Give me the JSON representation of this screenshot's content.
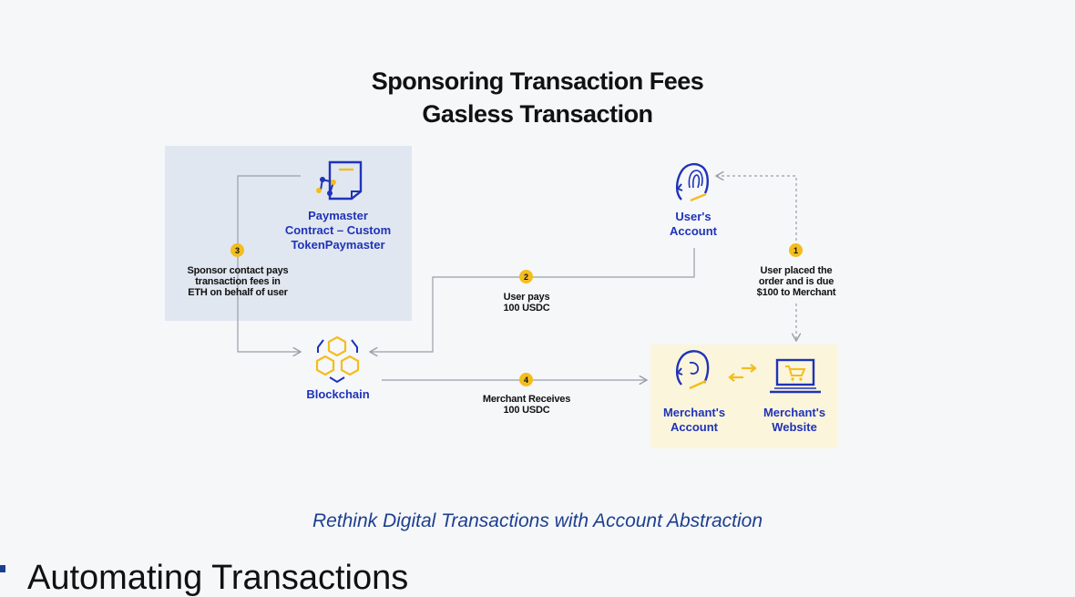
{
  "diagram": {
    "title_line1": "Sponsoring Transaction Fees",
    "title_line2": "Gasless Transaction",
    "nodes": {
      "paymaster": {
        "line1": "Paymaster",
        "line2": "Contract – Custom",
        "line3": "TokenPaymaster"
      },
      "user_account": {
        "line1": "User's",
        "line2": "Account"
      },
      "blockchain": {
        "line1": "Blockchain"
      },
      "merchant_account": {
        "line1": "Merchant's",
        "line2": "Account"
      },
      "merchant_website": {
        "line1": "Merchant's",
        "line2": "Website"
      }
    },
    "steps": [
      {
        "number": "1",
        "line1": "User placed the",
        "line2": "order and is due",
        "line3": "$100 to Merchant"
      },
      {
        "number": "2",
        "line1": "User pays",
        "line2": "100 USDC"
      },
      {
        "number": "3",
        "line1": "Sponsor contact pays",
        "line2": "transaction fees in",
        "line3": "ETH on behalf of user"
      },
      {
        "number": "4",
        "line1": "Merchant Receives",
        "line2": "100 USDC"
      }
    ],
    "colors": {
      "accent_blue": "#1f33b8",
      "accent_yellow": "#f3bd1c",
      "paymaster_panel": "#e1e7f0",
      "merchant_panel": "#fbf5dc"
    }
  },
  "caption": "Rethink Digital Transactions with Account Abstraction",
  "section_heading": "Automating Transactions"
}
